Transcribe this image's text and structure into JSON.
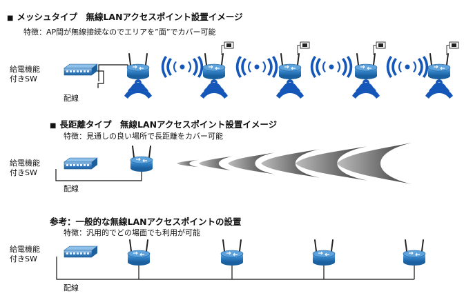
{
  "colors": {
    "router": "#2f7fc4",
    "router_dark": "#1a5f9e",
    "signal": "#1557b8",
    "switch": "#3a82c8",
    "wire": "#111111",
    "beam": "#5a5a5a"
  },
  "sections": [
    {
      "title": "メッシュタイプ　無線LANアクセスポイント設置イメージ",
      "bullet": "■",
      "feature": "特徴：AP間が無線接続なのでエリアを”面”でカバー可能",
      "switch_label_1": "給電機能",
      "switch_label_2": "付きSW",
      "wire_label": "配線"
    },
    {
      "title": "長距離タイプ　無線LANアクセスポイント設置イメージ",
      "bullet": "■",
      "feature": "特徴：見通しの良い場所で長距離をカバー可能",
      "switch_label_1": "給電機能",
      "switch_label_2": "付きSW",
      "wire_label": "配線"
    },
    {
      "title": "参考：一般的な無線LANアクセスポイントの設置",
      "bullet": "",
      "feature": "特徴：汎用的でどの場面でも利用が可能",
      "switch_label_1": "給電機能",
      "switch_label_2": "付きSW",
      "wire_label": "配線"
    }
  ]
}
